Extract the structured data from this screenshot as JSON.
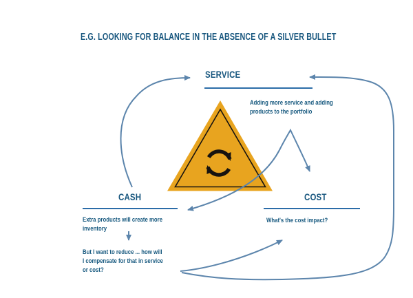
{
  "title": "E.G. LOOKING FOR BALANCE IN THE ABSENCE OF A SILVER BULLET",
  "nodes": {
    "service": {
      "label": "SERVICE",
      "note": "Adding more service and adding\nproducts to the portfolio"
    },
    "cash": {
      "label": "CASH",
      "note_inventory": "Extra products will create more\ninventory",
      "note_reduce": "But I want to reduce ... how will\nI compensate for that in service\nor cost?"
    },
    "cost": {
      "label": "COST",
      "note": "What's the cost impact?"
    }
  },
  "icons": {
    "center": "cycle-arrows-icon inside warning-triangle",
    "between_cash_notes": "down-arrow-icon"
  },
  "colors": {
    "heading_text": "#17567E",
    "body_text": "#17597F",
    "underline": "#2B6CA8",
    "arrow": "#5C85AC",
    "triangle_fill": "#E8A41F",
    "icon_black": "#171310",
    "background": "#FFFFFF"
  }
}
